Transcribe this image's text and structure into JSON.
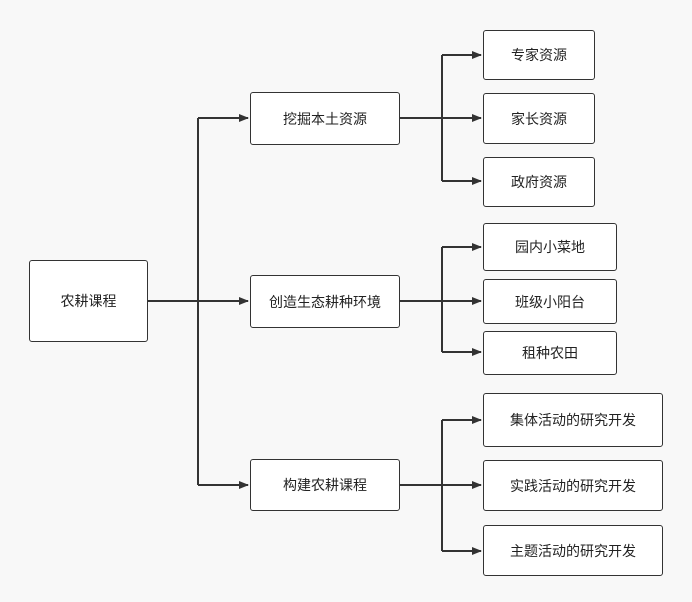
{
  "root": {
    "label": "农耕课程"
  },
  "branches": [
    {
      "label": "挖掘本土资源",
      "children": [
        "专家资源",
        "家长资源",
        "政府资源"
      ]
    },
    {
      "label": "创造生态耕种环境",
      "children": [
        "园内小菜地",
        "班级小阳台",
        "租种农田"
      ]
    },
    {
      "label": "构建农耕课程",
      "children": [
        "集体活动的研究开发",
        "实践活动的研究开发",
        "主题活动的研究开发"
      ]
    }
  ]
}
